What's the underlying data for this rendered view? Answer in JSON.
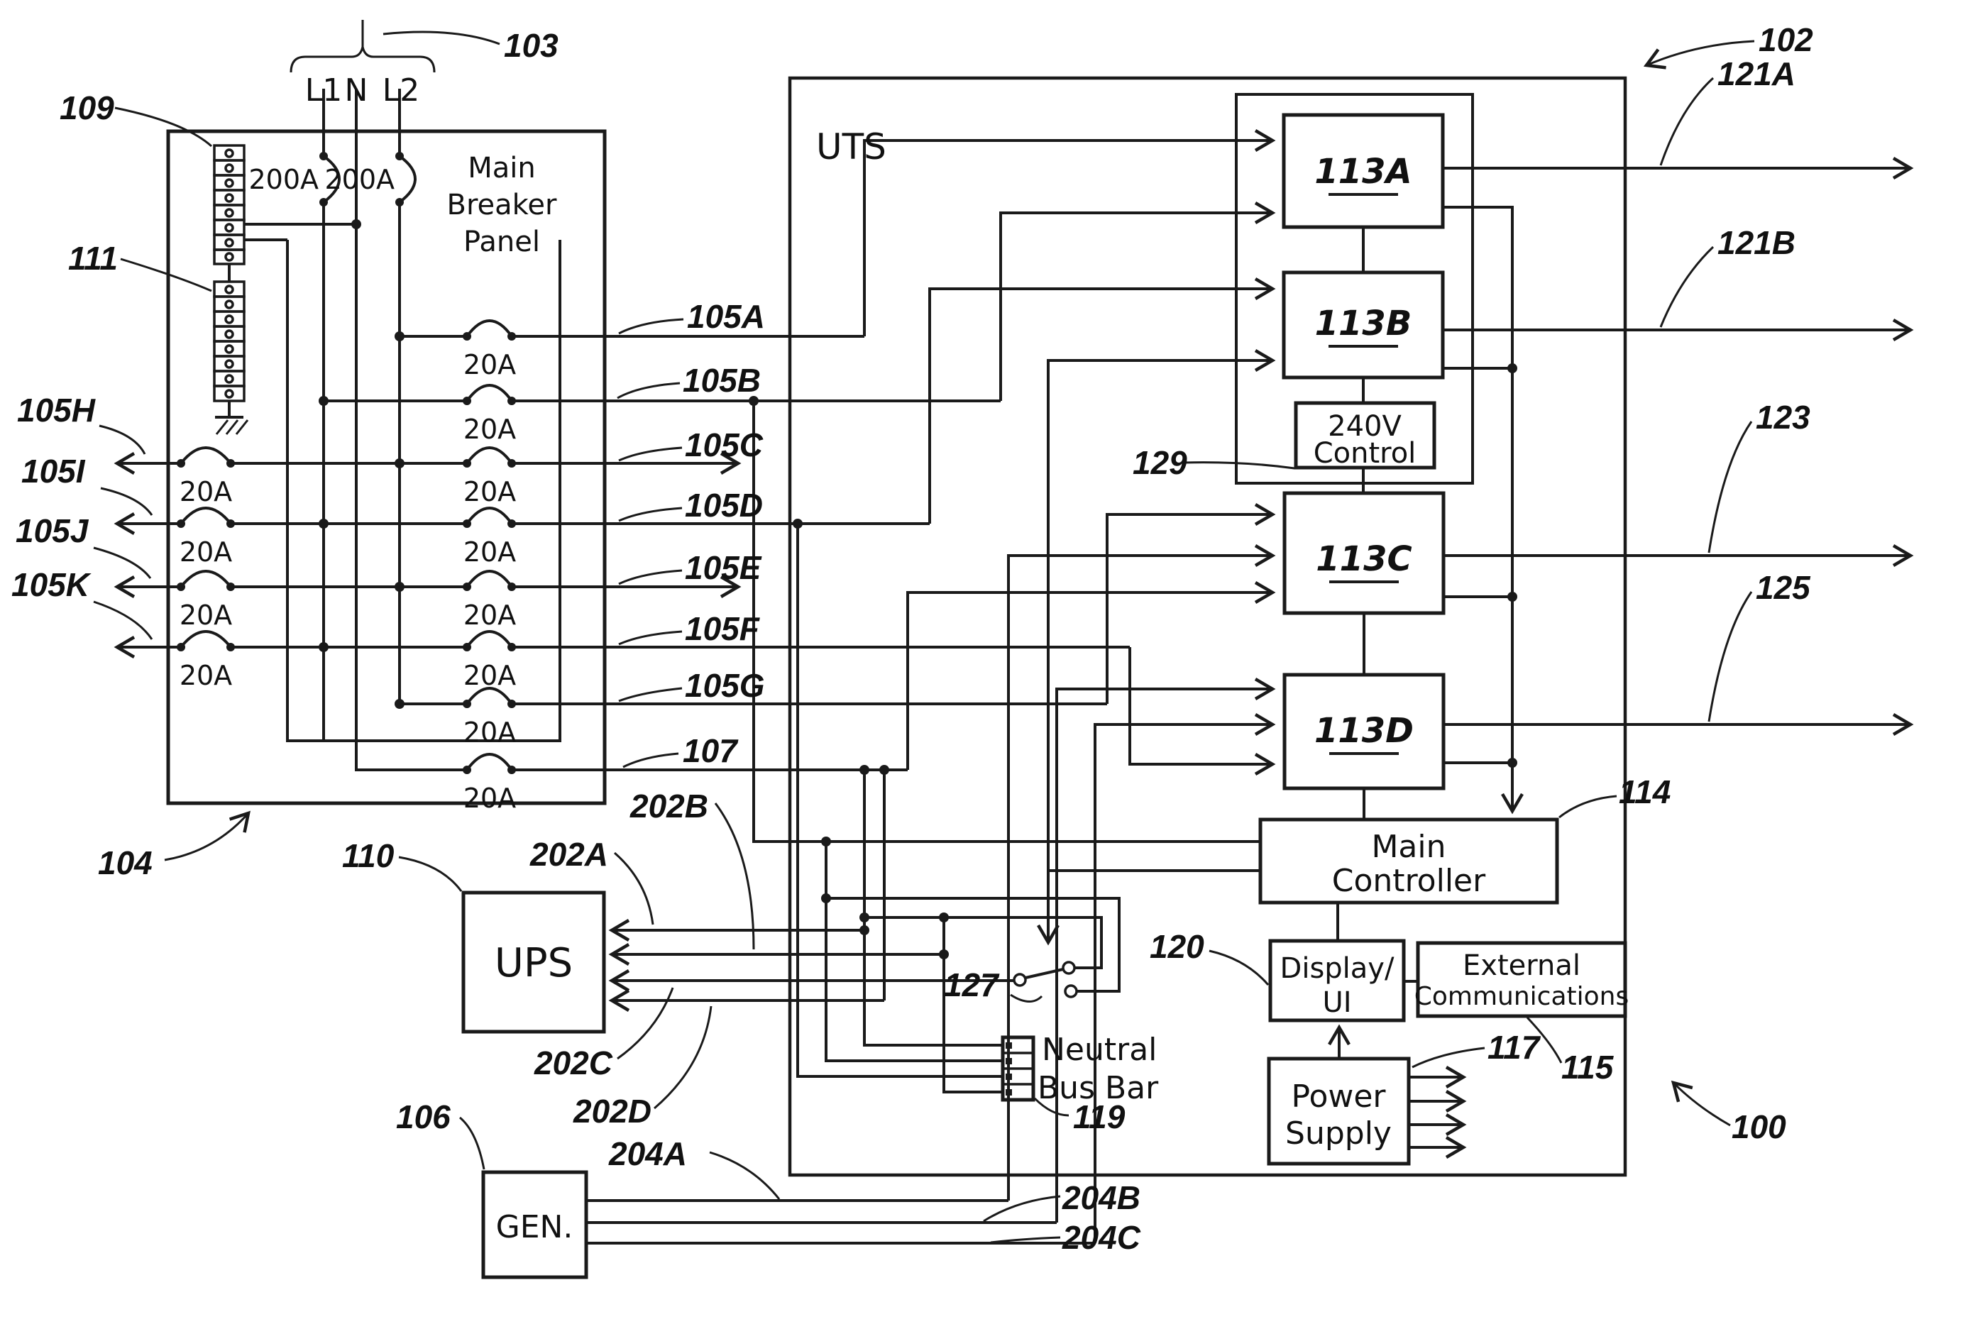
{
  "labels": {
    "n100": "100",
    "n102": "102",
    "n103": "103",
    "n104": "104",
    "n105a": "105A",
    "n105b": "105B",
    "n105c": "105C",
    "n105d": "105D",
    "n105e": "105E",
    "n105f": "105F",
    "n105g": "105G",
    "n105h": "105H",
    "n105i": "105I",
    "n105j": "105J",
    "n105k": "105K",
    "n106": "106",
    "n107": "107",
    "n109": "109",
    "n110": "110",
    "n111": "111",
    "n113a": "113A",
    "n113b": "113B",
    "n113c": "113C",
    "n113d": "113D",
    "n114": "114",
    "n115": "115",
    "n117": "117",
    "n119": "119",
    "n120": "120",
    "n121a": "121A",
    "n121b": "121B",
    "n123": "123",
    "n125": "125",
    "n127": "127",
    "n129": "129",
    "n202a": "202A",
    "n202b": "202B",
    "n202c": "202C",
    "n202d": "202D",
    "n204a": "204A",
    "n204b": "204B",
    "n204c": "204C"
  },
  "boxes": {
    "uts": "UTS",
    "panel": [
      "Main",
      "Breaker",
      "Panel"
    ],
    "ups": "UPS",
    "gen": "GEN.",
    "v240": [
      "240V",
      "Control"
    ],
    "main_controller": [
      "Main",
      "Controller"
    ],
    "display_ui": [
      "Display/",
      "UI"
    ],
    "power_supply": [
      "Power",
      "Supply"
    ],
    "external_comm": [
      "External",
      "Communications"
    ],
    "neutral_bus": [
      "Neutral",
      "Bus Bar"
    ]
  },
  "ratings": {
    "main_breaker": "200A",
    "branch_breaker": "20A"
  },
  "feeders": {
    "l1": "L1",
    "neutral": "N",
    "l2": "L2"
  }
}
